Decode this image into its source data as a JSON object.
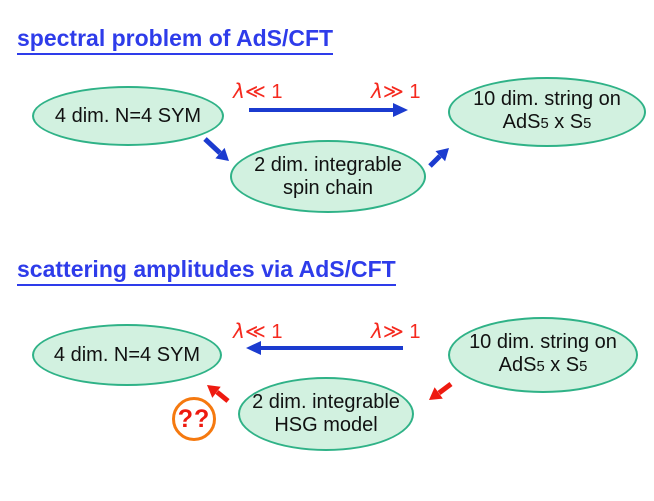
{
  "colors": {
    "heading_blue": "#2e3cea",
    "arrow_blue": "#1b3bcf",
    "label_red": "#f5291e",
    "arrow_red": "#ee1a10",
    "ellipse_fill": "#d2f1e0",
    "ellipse_border": "#2fb287",
    "question_orange": "#f5790f",
    "node_text": "#111111"
  },
  "section1": {
    "heading": "spectral problem of AdS/CFT",
    "node_sym": "4 dim. N=4 SYM",
    "node_mid_line1": "2 dim. integrable",
    "node_mid_line2": "spin chain",
    "node_string_line1": "10 dim. string on",
    "node_string_line2": [
      "AdS",
      "5",
      " x S",
      "5"
    ],
    "label_weak": {
      "lambda": "λ",
      "rest": "≪ 1"
    },
    "label_strong": {
      "lambda": "λ",
      "rest": "≫ 1"
    }
  },
  "section2": {
    "heading": "scattering amplitudes via AdS/CFT",
    "node_sym": "4 dim. N=4 SYM",
    "node_mid_line1": "2 dim. integrable",
    "node_mid_line2": "HSG model",
    "node_string_line1": "10 dim. string on",
    "node_string_line2": [
      "AdS",
      "5",
      " x S",
      "5"
    ],
    "label_weak": {
      "lambda": "λ",
      "rest": "≪ 1"
    },
    "label_strong": {
      "lambda": "λ",
      "rest": "≫ 1"
    },
    "question": "??"
  }
}
